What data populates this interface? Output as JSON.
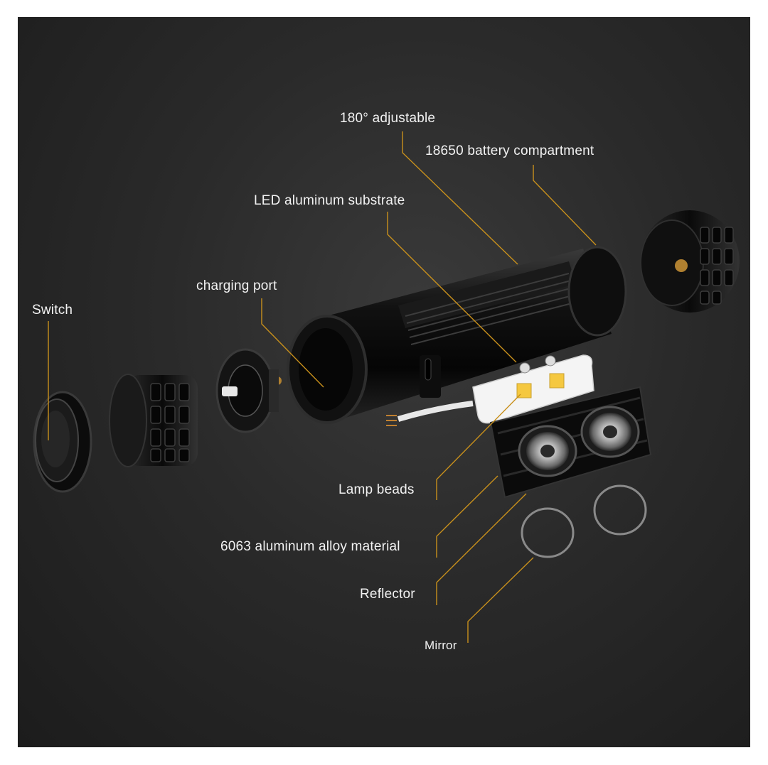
{
  "callouts": {
    "adjustable": "180° adjustable",
    "battery": "18650 battery compartment",
    "substrate": "LED aluminum substrate",
    "charging": "charging port",
    "switch": "Switch",
    "beads": "Lamp beads",
    "alloy": "6063 aluminum alloy material",
    "reflector": "Reflector",
    "mirror": "Mirror"
  },
  "colors": {
    "background": "#262626",
    "leader": "#c8901c",
    "text": "#f2f2f2"
  }
}
